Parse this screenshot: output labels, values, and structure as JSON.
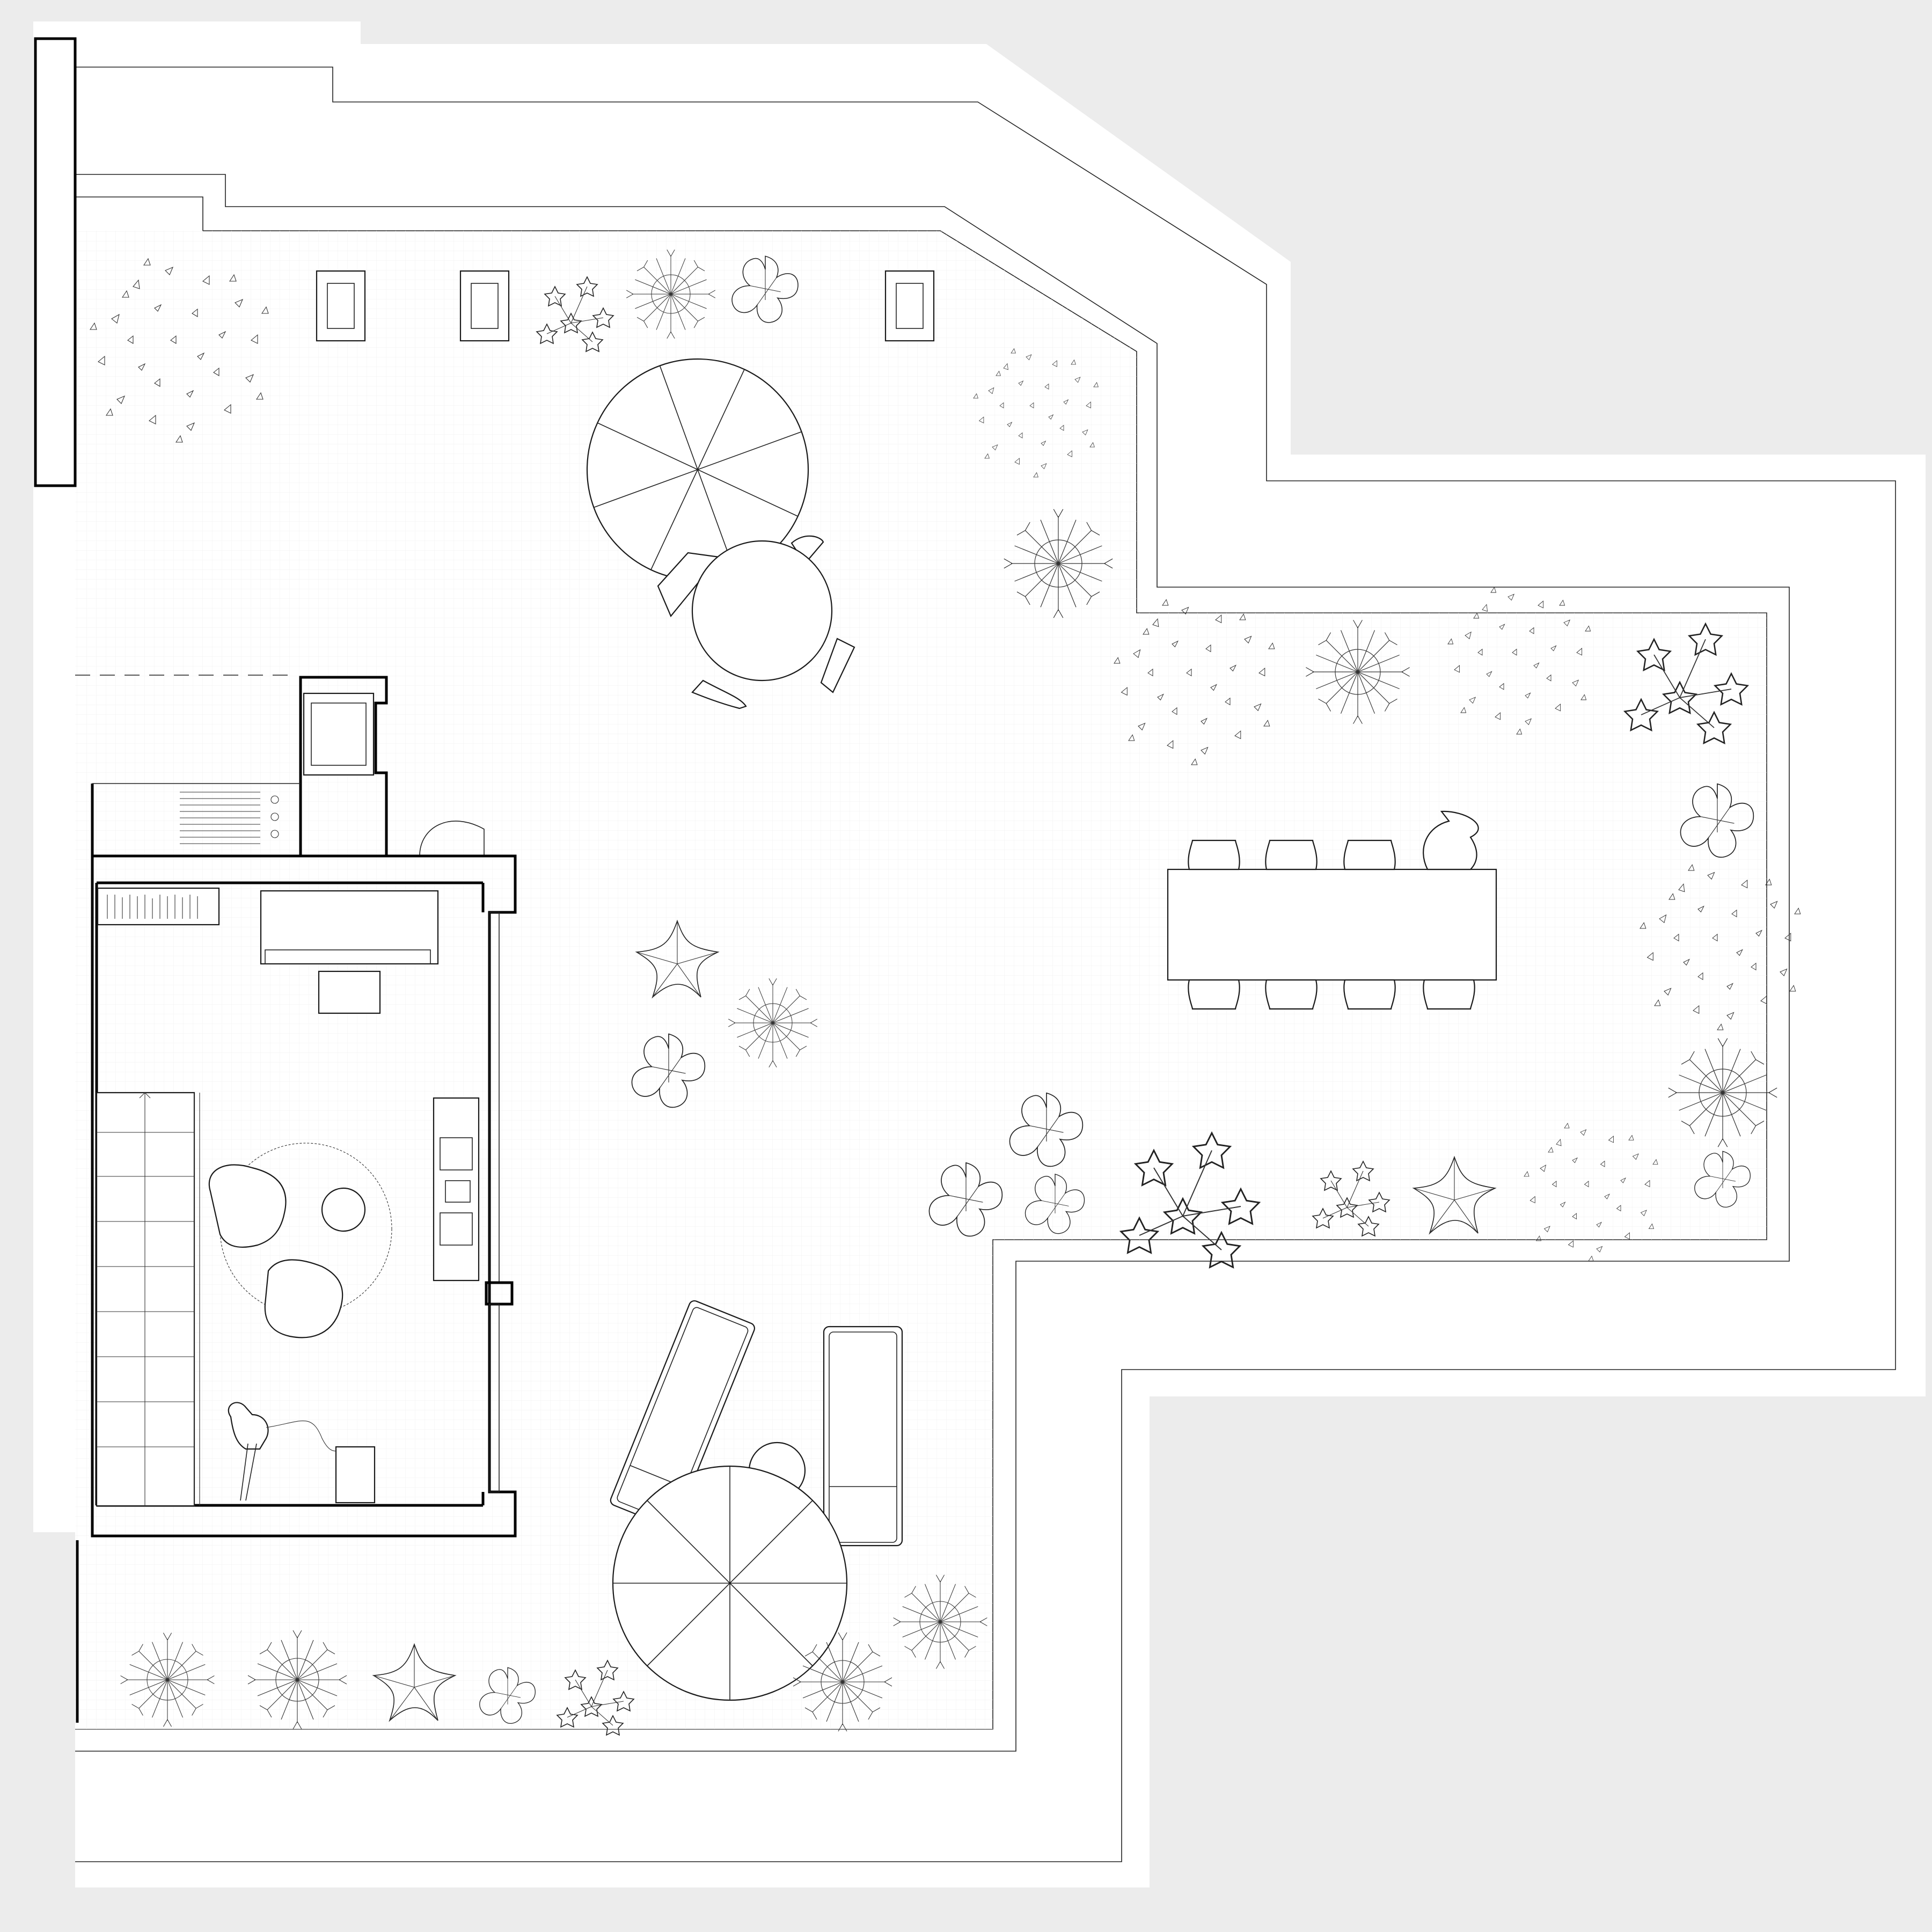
{
  "plan": {
    "background_color": "#ececec",
    "floor_color": "#ffffff",
    "line_color": "#1a1a1a"
  },
  "plants": [
    {
      "kind": "leafy-tree"
    },
    {
      "kind": "flower-shrub"
    },
    {
      "kind": "spiky-shrub"
    },
    {
      "kind": "broadleaf-plant"
    },
    {
      "kind": "leafy-flower-tree"
    },
    {
      "kind": "spiky-shrub"
    },
    {
      "kind": "leafy-flower-tree"
    },
    {
      "kind": "spiky-shrub"
    },
    {
      "kind": "speckled-tree"
    },
    {
      "kind": "flower-cluster"
    },
    {
      "kind": "broadleaf-plant"
    },
    {
      "kind": "dense-leafy-tree"
    },
    {
      "kind": "spiky-shrub"
    },
    {
      "kind": "broadleaf-plant"
    },
    {
      "kind": "star-plant"
    },
    {
      "kind": "spiky-shrub"
    },
    {
      "kind": "broadleaf-plant"
    },
    {
      "kind": "broadleaf-plant"
    },
    {
      "kind": "broadleaf-plant"
    },
    {
      "kind": "flower-cluster"
    },
    {
      "kind": "flower-shrub"
    },
    {
      "kind": "star-plant"
    },
    {
      "kind": "leafy-flower-tree"
    },
    {
      "kind": "broadleaf-plant"
    },
    {
      "kind": "spiky-shrub"
    },
    {
      "kind": "spiky-shrub"
    },
    {
      "kind": "spiky-shrub"
    },
    {
      "kind": "star-plant"
    },
    {
      "kind": "broadleaf-plant"
    },
    {
      "kind": "flower-shrub"
    },
    {
      "kind": "spiky-shrub"
    }
  ]
}
